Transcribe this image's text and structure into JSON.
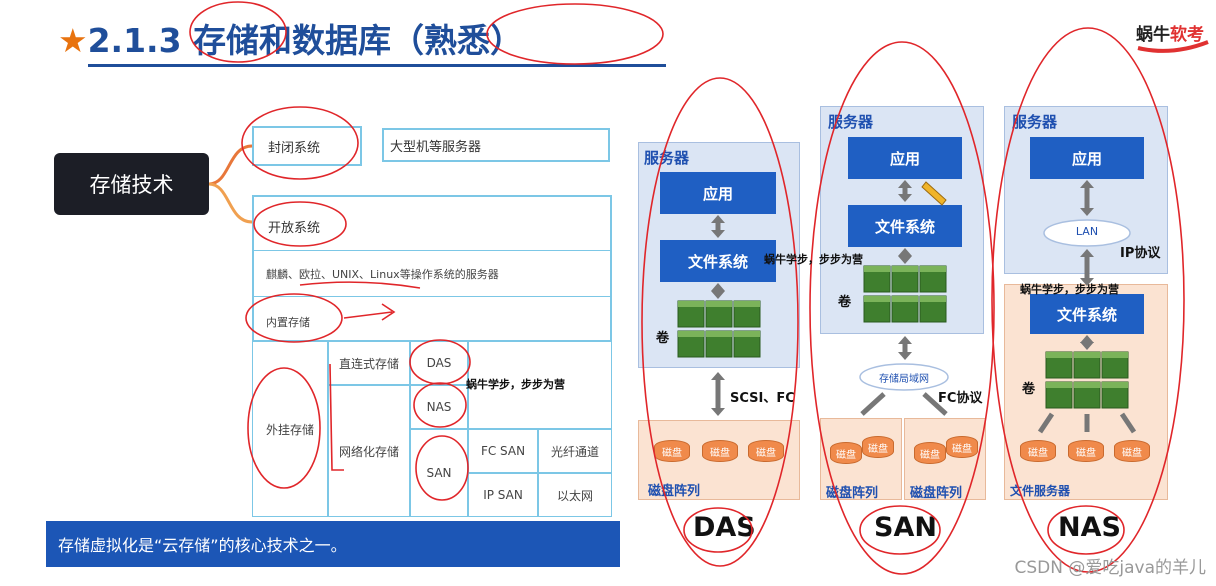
{
  "slide": {
    "title_star": "★",
    "title": "2.1.3 存储和数据库（熟悉）",
    "logo_prefix": "蜗牛",
    "logo_suffix": "软考"
  },
  "mindmap": {
    "root": "存储技术",
    "closed_system": "封闭系统",
    "mainframe": "大型机等服务器",
    "open_system": "开放系统",
    "os_servers": "麒麟、欧拉、UNIX、Linux等操作系统的服务器",
    "internal_storage": "内置存储",
    "external_storage": "外挂存储",
    "direct_storage": "直连式存储",
    "network_storage": "网络化存储",
    "das": "DAS",
    "nas": "NAS",
    "san": "SAN",
    "fc_san": "FC SAN",
    "fiber_channel": "光纤通道",
    "ip_san": "IP SAN",
    "ethernet": "以太网"
  },
  "banner": {
    "text": "存储虚拟化是“云存储”的核心技术之一。"
  },
  "handwriting": {
    "note1": "蜗牛学步，步步为营",
    "note2": "蜗牛学步，步步为营",
    "note3": "蜗牛学步，步步为营"
  },
  "das_diagram": {
    "server": "服务器",
    "app": "应用",
    "fs": "文件系统",
    "volume": "卷",
    "link": "SCSI、FC",
    "disk": "磁盘",
    "array": "磁盘阵列",
    "name": "DAS"
  },
  "san_diagram": {
    "server": "服务器",
    "app": "应用",
    "fs": "文件系统",
    "volume": "卷",
    "network": "存储局域网",
    "protocol": "FC协议",
    "disk": "磁盘",
    "array1": "磁盘阵列",
    "array2": "磁盘阵列",
    "name": "SAN"
  },
  "nas_diagram": {
    "server": "服务器",
    "app": "应用",
    "lan": "LAN",
    "protocol": "IP协议",
    "fs": "文件系统",
    "volume": "卷",
    "disk": "磁盘",
    "file_server": "文件服务器",
    "name": "NAS"
  },
  "watermark": "CSDN @爱吃java的羊儿"
}
